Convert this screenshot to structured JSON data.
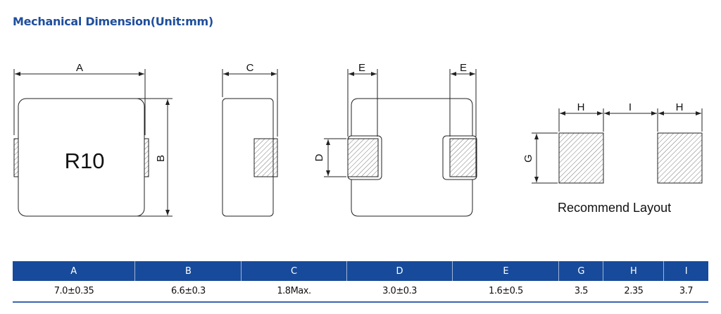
{
  "title": "Mechanical Dimension(Unit:mm)",
  "drawing": {
    "marking": "R10",
    "labels": {
      "A": "A",
      "B": "B",
      "C": "C",
      "D": "D",
      "E": "E",
      "G": "G",
      "H": "H",
      "I": "I"
    },
    "layout_caption": "Recommend Layout"
  },
  "table": {
    "headers": [
      "A",
      "B",
      "C",
      "D",
      "E",
      "G",
      "H",
      "I"
    ],
    "values": [
      "7.0±0.35",
      "6.6±0.3",
      "1.8Max.",
      "3.0±0.3",
      "1.6±0.5",
      "3.5",
      "2.35",
      "3.7"
    ]
  },
  "colors": {
    "accent": "#174a9a"
  }
}
